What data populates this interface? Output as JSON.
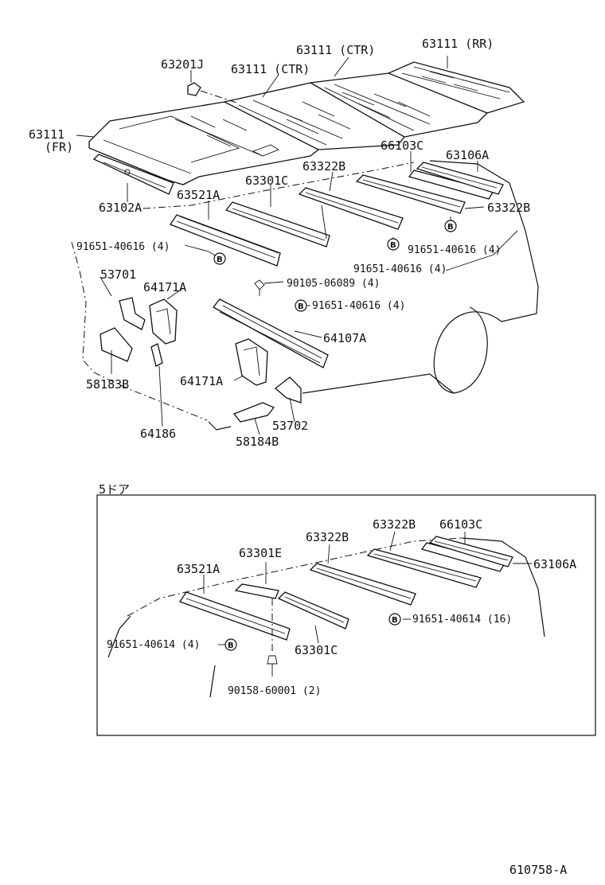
{
  "diagram": {
    "top_labels": {
      "p63111_rr": "63111 (RR)",
      "p63111_ctr_a": "63111 (CTR)",
      "p63111_ctr_b": "63111 (CTR)",
      "p63201j": "63201J",
      "p63111_fr_a": "63111",
      "p63111_fr_b": "(FR)",
      "p63102a": "63102A",
      "p63521a": "63521A",
      "p63301c": "63301C",
      "p63322b_a": "63322B",
      "p66103c": "66103C",
      "p63106a": "63106A",
      "p63322b_b": "63322B",
      "p91651_40616_a": "91651-40616 (4)",
      "p91651_40616_b": "91651-40616 (4)",
      "p91651_40616_c": "91651-40616 (4)",
      "p91651_40616_d": "91651-40616 (4)",
      "p90105_06089": "90105-06089 (4)",
      "p53701": "53701",
      "p64171a_a": "64171A",
      "p64107a": "64107A",
      "p58183b": "58183B",
      "p64171a_b": "64171A",
      "p53702": "53702",
      "p64186": "64186",
      "p58184b": "58184B"
    },
    "inset": {
      "title": "5ドア",
      "labels": {
        "p63322b_a": "63322B",
        "p63322b_b": "63322B",
        "p66103c": "66103C",
        "p63301e": "63301E",
        "p63521a": "63521A",
        "p63106a": "63106A",
        "p91651_40614_16": "91651-40614 (16)",
        "p91651_40614_4": "91651-40614 (4)",
        "p63301c": "63301C",
        "p90158_60001": "90158-60001 (2)"
      }
    },
    "bolt_marker": "B",
    "figure_id": "610758-A"
  }
}
